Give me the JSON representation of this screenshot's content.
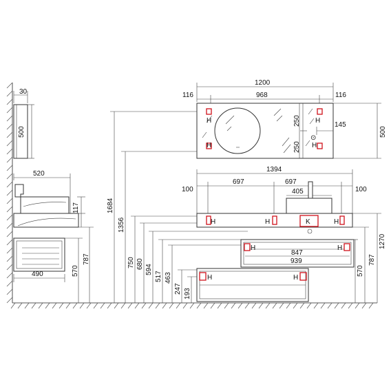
{
  "dimensions": {
    "mirror_total_width": "1200",
    "mirror_left_offset": "116",
    "mirror_center_span": "968",
    "mirror_right_offset": "116",
    "mirror_depth": "30",
    "mirror_side_height": "500",
    "mirror_height": "500",
    "mirror_upper_250": "250",
    "mirror_lower_250": "250",
    "mirror_socket_offset": "145",
    "top_width": "1394",
    "top_left_offset": "100",
    "top_half_left": "697",
    "top_half_right": "697",
    "basin_width": "405",
    "top_right_offset": "100",
    "side_depth": "520",
    "side_top_thickness": "117",
    "side_drawer_depth": "490",
    "side_height_787": "787",
    "side_height_570": "570",
    "h_1684": "1684",
    "h_1356": "1356",
    "h_750": "750",
    "h_680": "680",
    "h_594": "594",
    "h_517": "517",
    "h_463": "463",
    "h_247": "247",
    "h_193": "193",
    "upper_drawer_inner": "847",
    "upper_drawer_outer": "939",
    "right_1270": "1270",
    "right_787": "787",
    "right_570": "570"
  },
  "markers": {
    "H": "H",
    "K": "K"
  }
}
